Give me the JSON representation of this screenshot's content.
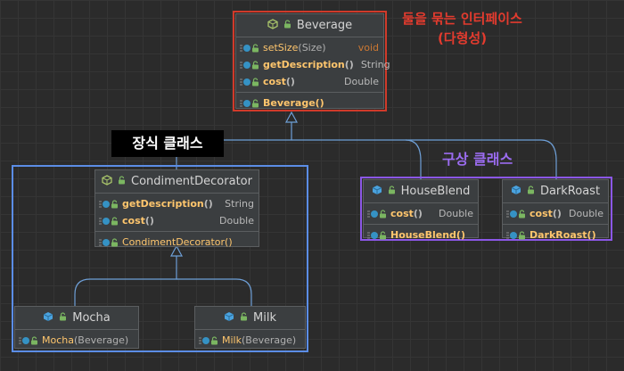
{
  "annotations": {
    "interface_label_line1": "둘을 묶는 인터페이스",
    "interface_label_line2": "(다형성)",
    "decorator_group_label": "장식 클래스",
    "concrete_group_label": "구상 클래스"
  },
  "colors": {
    "interface_frame": "#d03a2a",
    "decorator_frame": "#5b8de6",
    "concrete_frame": "#8b57e6",
    "arrow": "#6e9fd6",
    "method_name": "#ffc66d",
    "void_type": "#cc7832"
  },
  "classes": {
    "beverage": {
      "name": "Beverage",
      "icon": "interface-cube-icon",
      "methods": [
        {
          "name": "setSize",
          "params": "(Size)",
          "returns": "void"
        },
        {
          "name": "getDescription",
          "params": "()",
          "returns": "String"
        },
        {
          "name": "cost",
          "params": "()",
          "returns": "Double"
        }
      ],
      "constructor": "Beverage()"
    },
    "condiment_decorator": {
      "name": "CondimentDecorator",
      "icon": "interface-cube-icon",
      "methods": [
        {
          "name": "getDescription",
          "params": "()",
          "returns": "String"
        },
        {
          "name": "cost",
          "params": "()",
          "returns": "Double"
        }
      ],
      "constructor": "CondimentDecorator()"
    },
    "mocha": {
      "name": "Mocha",
      "icon": "class-cube-icon",
      "constructor_name": "Mocha",
      "constructor_params": "(Beverage)"
    },
    "milk": {
      "name": "Milk",
      "icon": "class-cube-icon",
      "constructor_name": "Milk",
      "constructor_params": "(Beverage)"
    },
    "house_blend": {
      "name": "HouseBlend",
      "icon": "class-cube-icon",
      "methods": [
        {
          "name": "cost",
          "params": "()",
          "returns": "Double"
        }
      ],
      "constructor": "HouseBlend()"
    },
    "dark_roast": {
      "name": "DarkRoast",
      "icon": "class-cube-icon",
      "methods": [
        {
          "name": "cost",
          "params": "()",
          "returns": "Double"
        }
      ],
      "constructor": "DarkRoast()"
    }
  }
}
